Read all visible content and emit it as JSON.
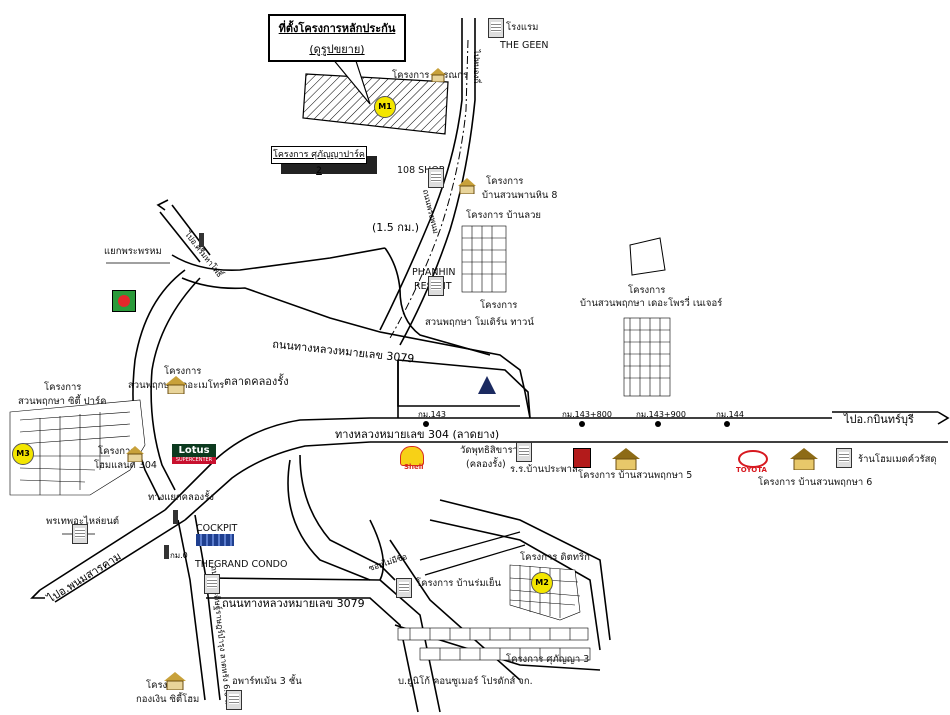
{
  "title": {
    "line1": "ที่ตั้งโครงการหลักประกัน",
    "line2": "(ดูรูปขยาย)"
  },
  "subject": {
    "label": "โครงการ ศุภัญญาปาร์ค 2",
    "markers": [
      "M1",
      "M2",
      "M3"
    ]
  },
  "roads": {
    "r3079_north": "ถนนทางหลวงหมายเลข 3079",
    "r304": "ทางหลวงหมายเลข 304 (ลาดยาง)",
    "r3079_south": "ถนนทางหลวงหมายเลข 3079",
    "to_kabinburi": "ไปอ.กบินทร์บุรี",
    "to_phanom": "ไปอ.พนมสารคาม",
    "to_sri_mahosot": "ไปอ.ศรีมหาโพธิ์",
    "nong_ki": "ไปหนองกี่",
    "phrong_phanom": "ถนนพรงพนม",
    "pradit_ratsadon": "ถนนประดิษฐ์ราษฎร์บำรุง ลาดหรัง 6.0 ม.",
    "soi": "ซอยไม่มีชื่อ",
    "distance": "(1.5 กม.)"
  },
  "km_marks": [
    "กม.143",
    "กม.143+800",
    "กม.143+900",
    "กม.144"
  ],
  "places": {
    "hotel": "โรงแรม",
    "the_geen": "THE GEEN",
    "proj_krisana": "โครงการ กรรณกร",
    "shop108": "108 SHOP",
    "proj_suanphan": "โครงการ",
    "proj_suanphan2": "บ้านสวนพานหิน 8",
    "proj_banlui": "โครงการ บ้านลวย",
    "phanhin": "PHANHIN",
    "resent": "RESENT",
    "proj_modern": "โครงการ",
    "proj_modern2": "สวนพฤกษา โมเดิร์น ทาวน์",
    "proj_forest": "โครงการ",
    "proj_forest2": "บ้านสวนพฤกษา เดอะโพรวี่ เนเจอร์",
    "yaek_phrapom": "แยกพระพรหม",
    "proj_metro": "โครงการ",
    "proj_metro2": "สวนพฤกษา เดอะเมโทร",
    "market": "ตลาดคลองรั้ง",
    "proj_city": "โครงการ",
    "proj_city2": "สวนพฤกษา ซิตี้ ปาร์ค",
    "proj_land": "โครงการ",
    "proj_land2": "โฮมแลนด์ 304",
    "lotus": "Lotus",
    "lotus_sub": "SUPERCENTER",
    "yaek_khlongrang": "ทางแยกคลองรั้ง",
    "prathep": "พรเทพอะไหล่ยนต์",
    "shell": "Shell",
    "temple": "วัดพุทธิสิขาราม",
    "temple2": "(คลองรั้ง)",
    "banprachaban": "ร.ร.บ้านประพาล",
    "proj_suan5": "โครงการ บ้านสวนพฤกษา 5",
    "toyota": "TOYOTA",
    "proj_suan6": "โครงการ บ้านสวนพฤกษา 6",
    "shop_home": "ร้านโฮมเมดค์วรัสดุ",
    "cockpit": "COCKPIT",
    "grand_condo": "THEGRAND CONDO",
    "proj_ditthrik": "โครงการ ดิตทริก",
    "proj_banrom": "โครงการ บ้านร่มเย็น",
    "proj_supanya3": "โครงการ ศุภัญญา 3",
    "company": "บ.ยูนิโก้ คอนซูเมอร์ โปรดักส์ จก.",
    "apartment": "อพาร์ทเม้น 3 ชั้น",
    "proj_kongngern": "โครงการ",
    "proj_kongngern2": "กองเงิน ซิตี้โฮม",
    "km0": "กม.0"
  }
}
